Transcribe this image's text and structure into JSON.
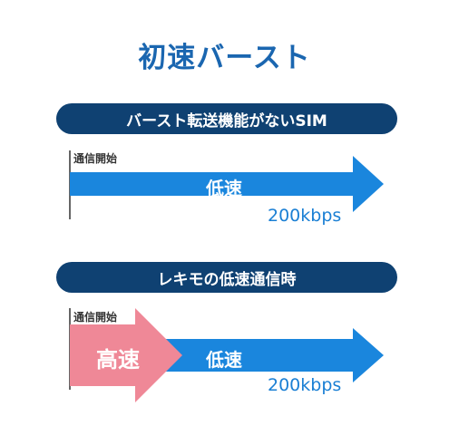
{
  "title": "初速バースト",
  "colors": {
    "title": "#1a66b0",
    "banner": "#0f4172",
    "arrow_blue": "#1a86dd",
    "arrow_pink": "#ef8897",
    "speed_text": "#1a7fd4"
  },
  "sections": [
    {
      "banner": "バースト転送機能がないSIM",
      "start_label": "通信開始",
      "arrow_label": "低速",
      "speed": "200kbps"
    },
    {
      "banner": "レキモの低速通信時",
      "start_label": "通信開始",
      "burst_label": "高速",
      "arrow_label": "低速",
      "speed": "200kbps"
    }
  ]
}
